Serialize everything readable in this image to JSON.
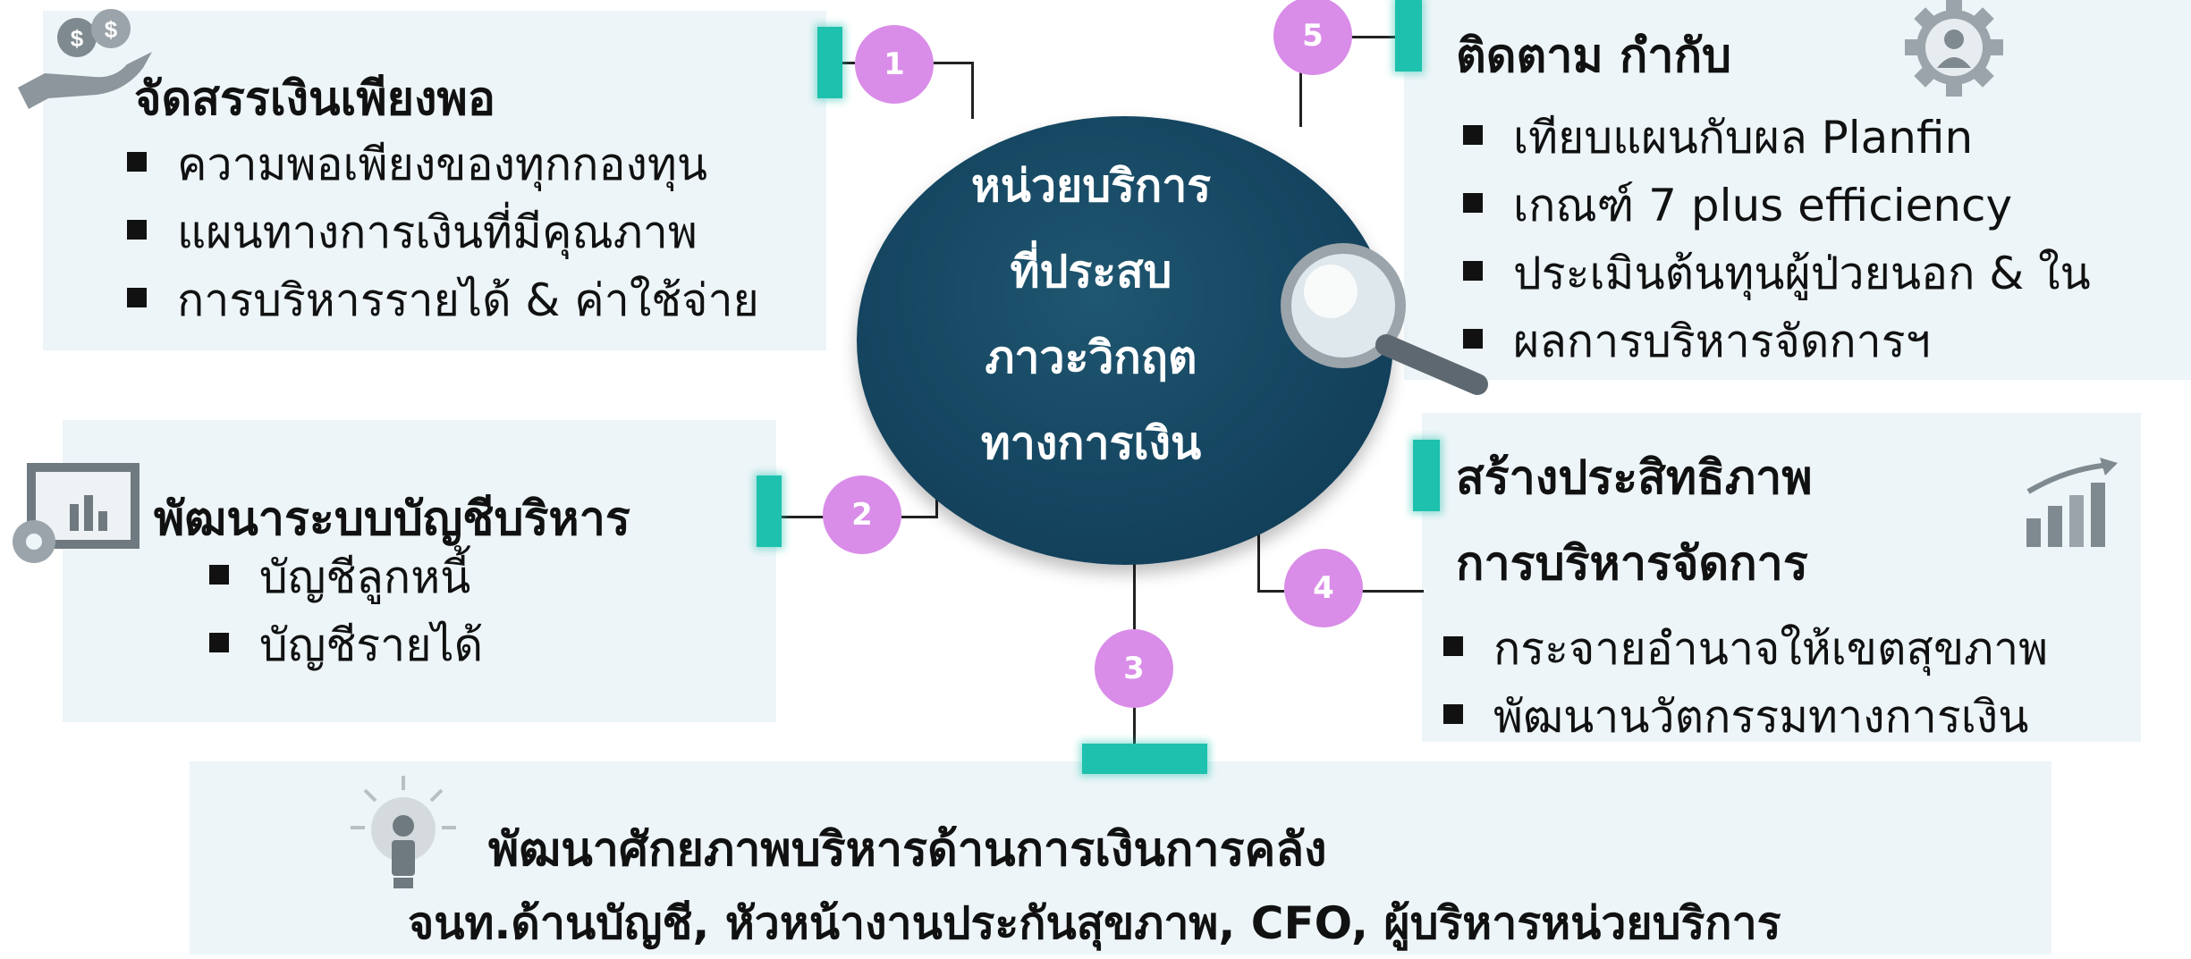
{
  "center": {
    "lines": [
      "หน่วยบริการ",
      "ที่ประสบ",
      "ภาวะวิกฤต",
      "ทางการเงิน"
    ]
  },
  "nodes": [
    "1",
    "2",
    "3",
    "4",
    "5"
  ],
  "sections": {
    "s1": {
      "title": "จัดสรรเงินเพียงพอ",
      "items": [
        "ความพอเพียงของทุกกองทุน",
        "แผนทางการเงินที่มีคุณภาพ",
        "การบริหารรายได้ & ค่าใช้จ่าย"
      ],
      "icon": "money-hand-icon"
    },
    "s2": {
      "title": "พัฒนาระบบบัญชีบริหาร",
      "items": [
        "บัญชีลูกหนี้",
        "บัญชีรายได้"
      ],
      "icon": "presentation-board-icon"
    },
    "s3": {
      "title": "พัฒนาศักยภาพบริหารด้านการเงินการคลัง",
      "subtitle": "จนท.ด้านบัญชี, หัวหน้างานประกันสุขภาพ, CFO, ผู้บริหารหน่วยบริการ",
      "icon": "lightbulb-person-icon"
    },
    "s4": {
      "title_line1": "สร้างประสิทธิภาพ",
      "title_line2": "การบริหารจัดการ",
      "items": [
        "กระจายอำนาจให้เขตสุขภาพ",
        "พัฒนานวัตกรรมทางการเงิน"
      ],
      "icon": "growth-bar-chart-icon"
    },
    "s5": {
      "title": "ติดตาม กำกับ",
      "items": [
        "เทียบแผนกับผล Planfin",
        "เกณฑ์ 7 plus efficiency",
        "ประเมินต้นทุนผู้ป่วยนอก & ใน",
        "ผลการบริหารจัดการฯ"
      ],
      "icon": "gear-person-icon"
    }
  },
  "colors": {
    "center": "#154560",
    "node": "#d98ce8",
    "bar": "#1ec1ad",
    "panel": "#edf5f8"
  }
}
